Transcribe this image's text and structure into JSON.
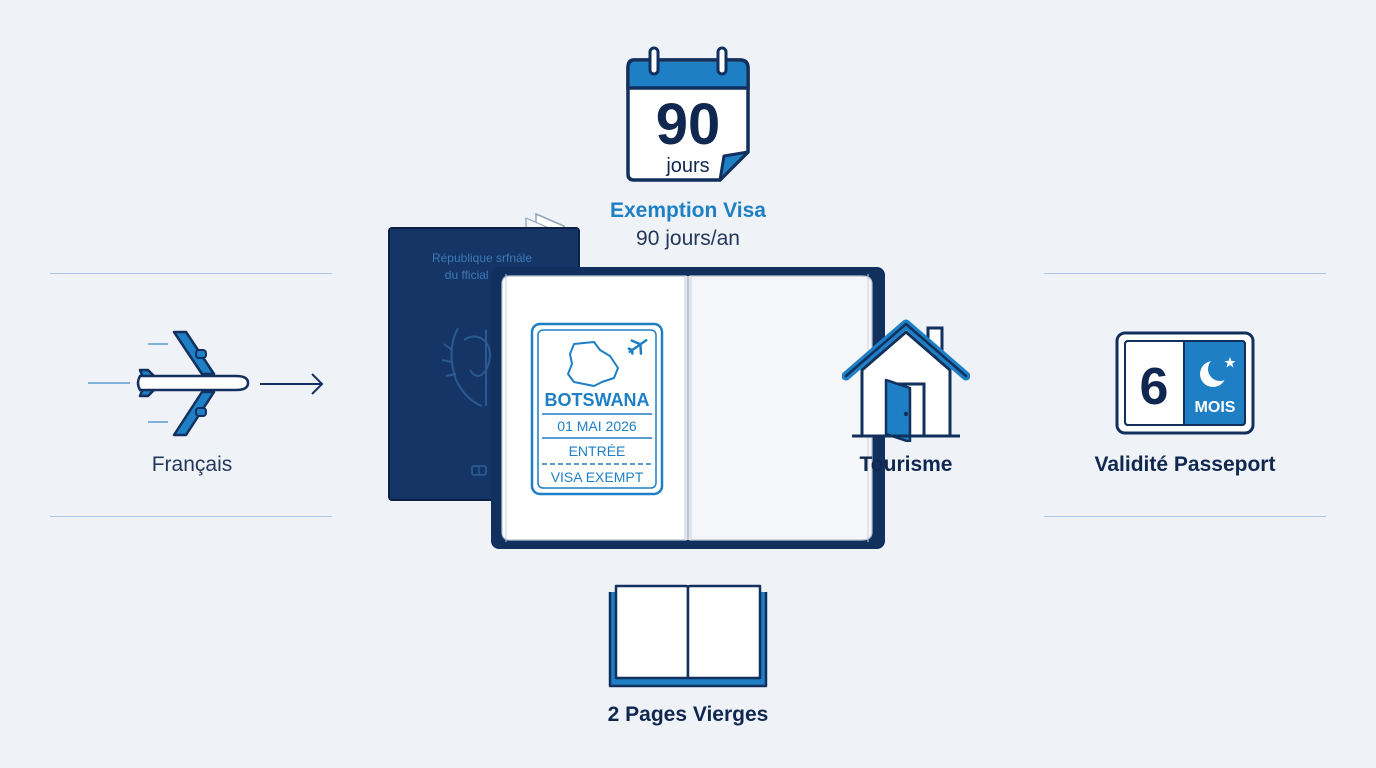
{
  "calendar": {
    "number": "90",
    "unit": "jours",
    "title": "Exemption Visa",
    "subtitle": "90 jours/an"
  },
  "left_panel": {
    "label": "Français"
  },
  "passport_cover": {
    "line1": "République srfnále",
    "line2": "du fficial fr"
  },
  "stamp": {
    "country": "BOTSWANA",
    "date": "01 MAI 2026",
    "entry": "ENTRÉE",
    "note": "VISA EXEMPT"
  },
  "tourism": {
    "label": "Tourisme"
  },
  "validity": {
    "number": "6",
    "unit": "MOIS",
    "label": "Validité Passeport"
  },
  "blank_pages": {
    "label": "2 Pages Vierges"
  },
  "colors": {
    "navy": "#12305e",
    "accent_blue": "#1e7fc4",
    "background": "#eff3f8",
    "rule": "#a9c6e2"
  },
  "icons": [
    "calendar-icon",
    "airplane-icon",
    "arrow-right-icon",
    "passport-icon",
    "entry-stamp",
    "house-icon",
    "passport-validity-icon",
    "open-book-icon"
  ]
}
